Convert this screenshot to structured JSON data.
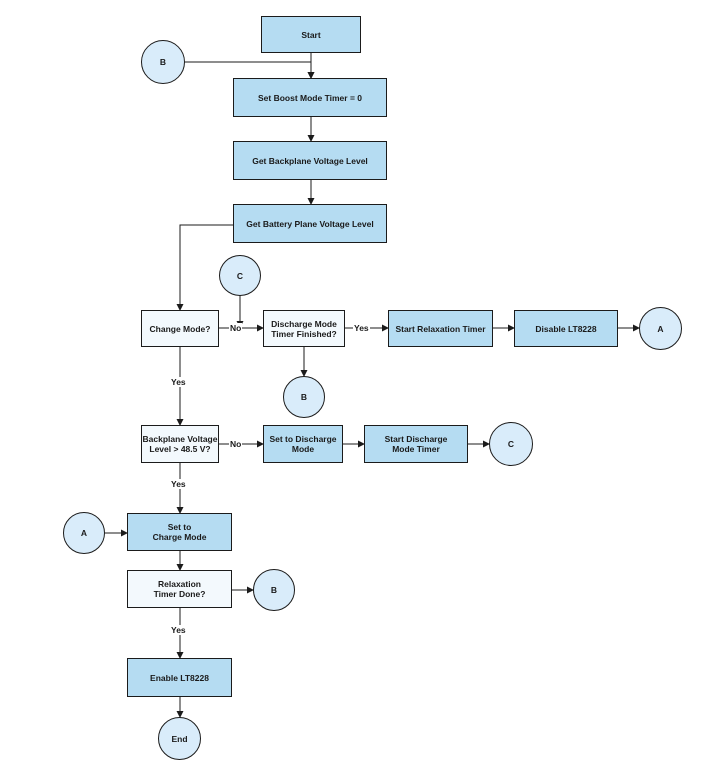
{
  "nodes": {
    "start": "Start",
    "set_boost_timer": "Set Boost Mode Timer = 0",
    "get_backplane": "Get Backplane Voltage Level",
    "get_battery": "Get Battery Plane Voltage Level",
    "change_mode": "Change Mode?",
    "discharge_finished": "Discharge Mode\nTimer Finished?",
    "start_relaxation": "Start Relaxation Timer",
    "disable_lt": "Disable LT8228",
    "backplane_check": "Backplane Voltage\nLevel > 48.5 V?",
    "set_discharge": "Set to Discharge\nMode",
    "start_discharge_timer": "Start Discharge\nMode Timer",
    "set_charge": "Set to\nCharge Mode",
    "relaxation_done": "Relaxation\nTimer Done?",
    "enable_lt": "Enable LT8228",
    "end": "End"
  },
  "connectors": {
    "b_top": "B",
    "c_top": "C",
    "a_right": "A",
    "b_mid": "B",
    "c_right": "C",
    "a_left": "A",
    "b_bottom": "B"
  },
  "labels": {
    "no_change_mode": "No",
    "yes_discharge": "Yes",
    "yes_change_mode": "Yes",
    "no_backplane": "No",
    "yes_backplane": "Yes",
    "yes_relaxation": "Yes"
  },
  "colors": {
    "process_fill": "#b5dcf2",
    "decision_fill": "#f3f9fd",
    "connector_fill": "#d9ecfa",
    "line": "#1b1b1b"
  }
}
